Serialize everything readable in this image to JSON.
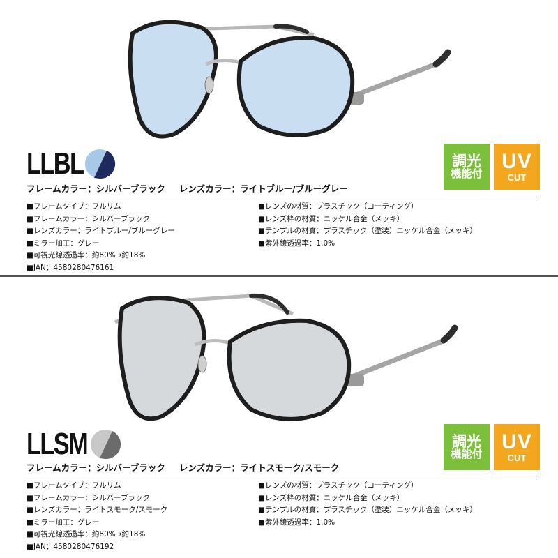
{
  "products": [
    {
      "code": "LLBL",
      "swatch_colors": [
        "#a8c8e8",
        "#1f2a5c"
      ],
      "lens_tint": "#c9def0",
      "color_line": {
        "frame": "フレームカラー：シルバーブラック",
        "lens": "レンズカラー：ライトブルー/ブルーグレー"
      },
      "badges": {
        "photochromic_line1": "調光",
        "photochromic_line2": "機能付",
        "uv_line1": "UV",
        "uv_line2": "CUT"
      },
      "specs_left": [
        "■フレームタイプ：フルリム",
        "■フレームカラー：シルバーブラック",
        "■レンズカラー：ライトブルー/ブルーグレー",
        "■ミラー加工：グレー",
        "■可視光線透過率：約80%→約18%",
        "■JAN：4580280476161"
      ],
      "specs_right": [
        "■レンズの材質：プラスチック（コーティング）",
        "■レンズ枠の材質：ニッケル合金（メッキ）",
        "■テンプルの材質：プラスチック（塗装）ニッケル合金（メッキ）",
        "■紫外線透過率：1.0%"
      ]
    },
    {
      "code": "LLSM",
      "swatch_colors": [
        "#c8c8c8",
        "#6b6b6b"
      ],
      "lens_tint": "#d6d9dc",
      "color_line": {
        "frame": "フレームカラー：シルバーブラック",
        "lens": "レンズカラー：ライトスモーク/スモーク"
      },
      "badges": {
        "photochromic_line1": "調光",
        "photochromic_line2": "機能付",
        "uv_line1": "UV",
        "uv_line2": "CUT"
      },
      "specs_left": [
        "■フレームタイプ：フルリム",
        "■フレームカラー：シルバーブラック",
        "■レンズカラー：ライトスモーク/スモーク",
        "■ミラー加工：グレー",
        "■可視光線透過率：約80%→約18%",
        "■JAN：4580280476192"
      ],
      "specs_right": [
        "■レンズの材質：プラスチック（コーティング）",
        "■レンズ枠の材質：ニッケル合金（メッキ）",
        "■テンプルの材質：プラスチック（塗装）ニッケル合金（メッキ）",
        "■紫外線透過率：1.0%"
      ]
    }
  ]
}
